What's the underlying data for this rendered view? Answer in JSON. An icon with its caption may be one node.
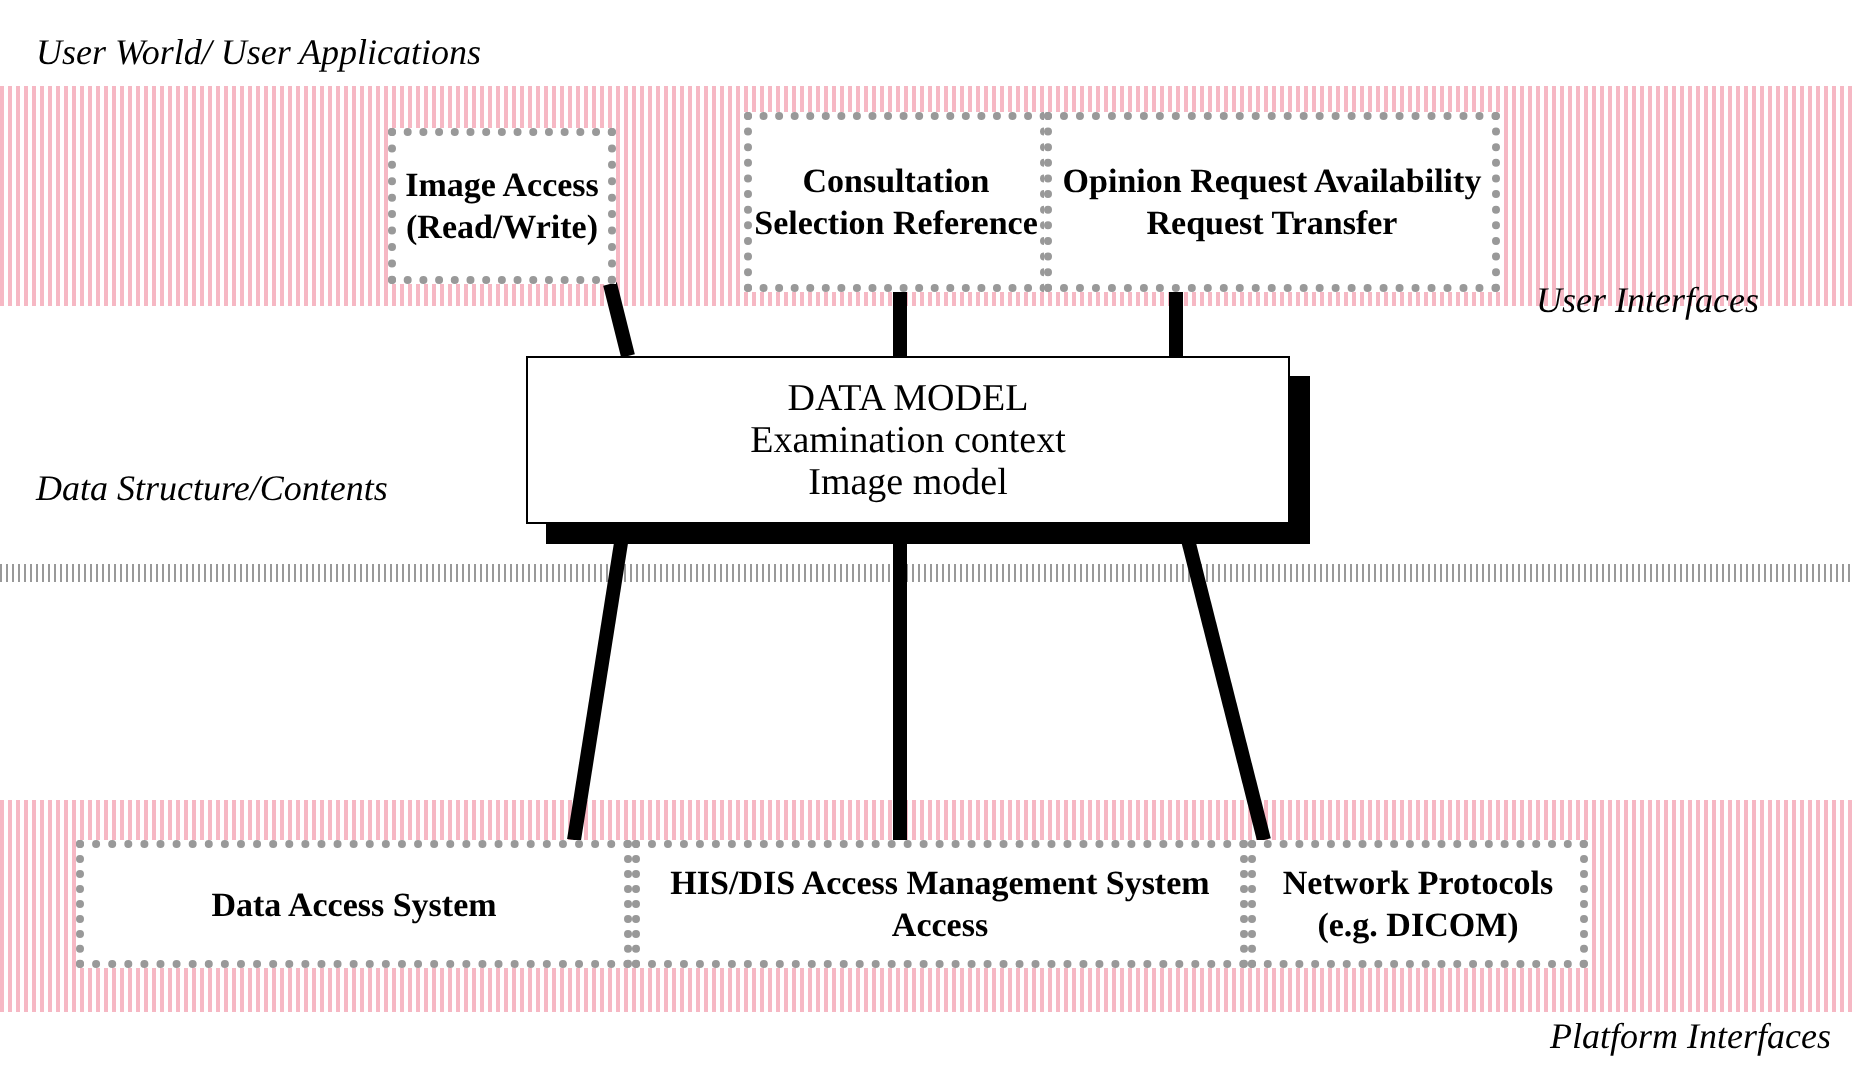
{
  "diagram": {
    "nodes": [
      {
        "text": [
          "Image Access (Read/Write)"
        ]
      },
      {
        "text": [
          "Consultation Selection Reference"
        ]
      },
      {
        "text": [
          "Opinion Request Availability Request Transfer"
        ]
      },
      {
        "text": [
          "DATA MODEL",
          "Examination context Image model"
        ]
      },
      {
        "text": [
          "Data Access System"
        ]
      },
      {
        "text": [
          "HIS/DIS Access Management System Access"
        ]
      },
      {
        "text": [
          "Network Protocols (e.g. DICOM)"
        ]
      }
    ],
    "edges": [
      {
        "from": 0,
        "to": 3,
        "arrow": "none"
      },
      {
        "from": 1,
        "to": 3,
        "arrow": "none"
      },
      {
        "from": 2,
        "to": 3,
        "arrow": "none"
      },
      {
        "from": 3,
        "to": 4,
        "arrow": "none"
      },
      {
        "from": 3,
        "to": 5,
        "arrow": "none"
      },
      {
        "from": 3,
        "to": 6,
        "arrow": "none"
      }
    ],
    "labels": [
      "User World/ User Applications",
      "User Interfaces",
      "Data Structure/Contents",
      "Platform Interfaces"
    ]
  }
}
